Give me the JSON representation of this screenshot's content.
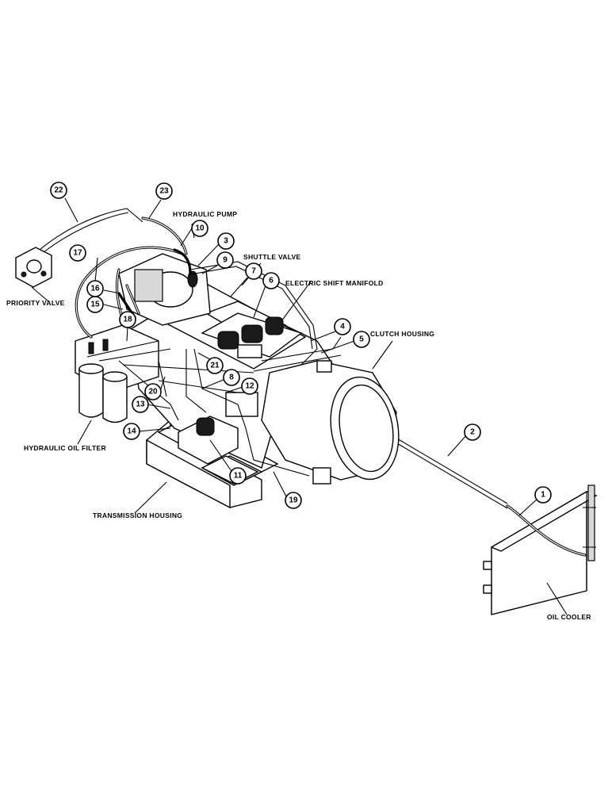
{
  "labels": {
    "hydraulic_pump": "HYDRAULIC PUMP",
    "shuttle_valve": "SHUTTLE VALVE",
    "electric_shift_manifold": "ELECTRIC SHIFT MANIFOLD",
    "clutch_housing": "CLUTCH HOUSING",
    "priority_valve": "PRIORITY VALVE",
    "hydraulic_oil_filter": "HYDRAULIC OIL FILTER",
    "transmission_housing": "TRANSMISSION HOUSING",
    "oil_cooler": "OIL COOLER"
  },
  "callouts": [
    "1",
    "2",
    "3",
    "4",
    "5",
    "6",
    "7",
    "8",
    "9",
    "10",
    "11",
    "12",
    "13",
    "14",
    "15",
    "16",
    "17",
    "18",
    "19",
    "20",
    "21",
    "22",
    "23"
  ],
  "colors": {
    "ink": "#000000",
    "paper": "#ffffff"
  }
}
